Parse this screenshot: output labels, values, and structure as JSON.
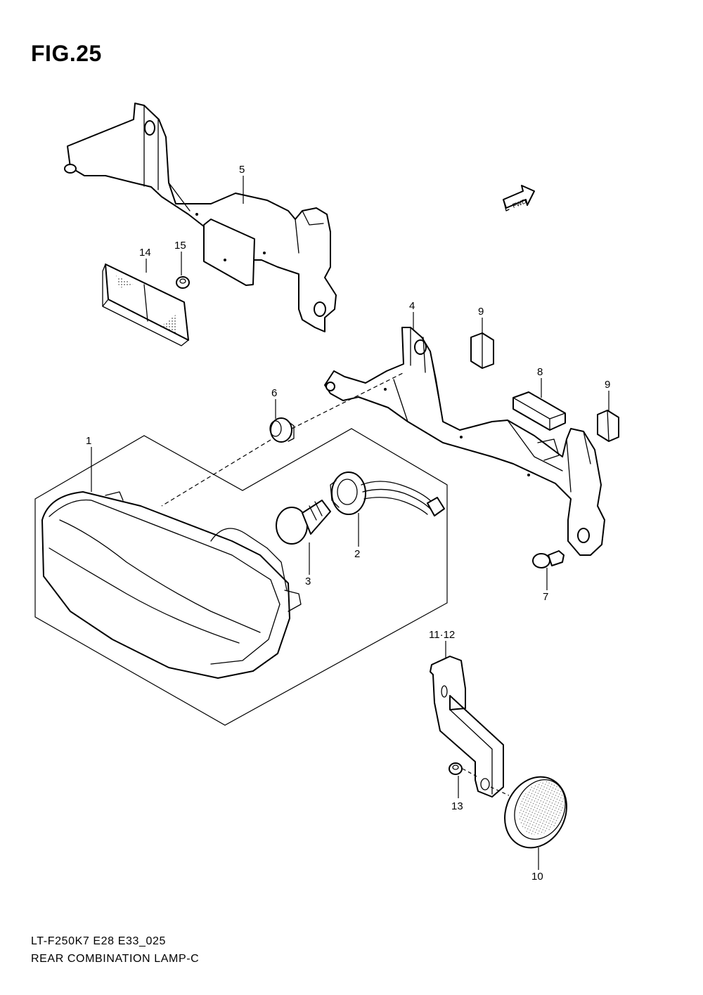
{
  "figure": {
    "title": "FIG.25",
    "code": "LT-F250K7 E28 E33_025",
    "caption": "REAR COMBINATION LAMP-C",
    "fwd_marker": "FWD"
  },
  "callouts": {
    "c1": "1",
    "c2": "2",
    "c3": "3",
    "c4": "4",
    "c5": "5",
    "c6": "6",
    "c7": "7",
    "c8": "8",
    "c9a": "9",
    "c9b": "9",
    "c10": "10",
    "c11_12": "11·12",
    "c13": "13",
    "c14": "14",
    "c15": "15"
  }
}
